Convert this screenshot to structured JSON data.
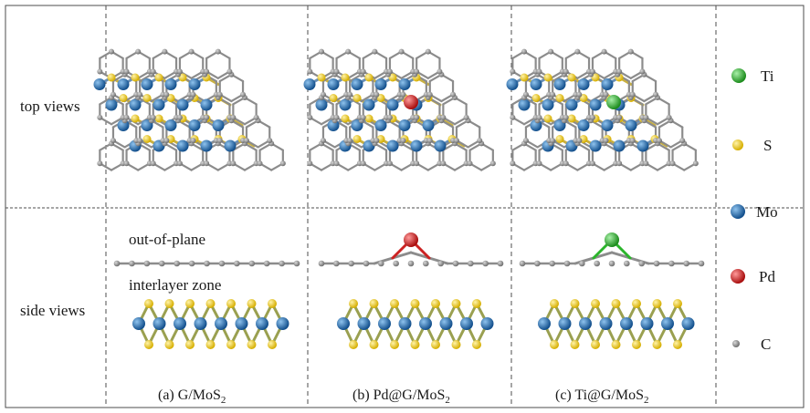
{
  "row_labels": {
    "top": "top views",
    "side": "side views"
  },
  "annotations": {
    "out_of_plane": "out-of-plane",
    "interlayer": "interlayer zone"
  },
  "captions": [
    {
      "text": "(a) G/MoS",
      "sub": "2"
    },
    {
      "text": "(b) Pd@G/MoS",
      "sub": "2"
    },
    {
      "text": "(c) Ti@G/MoS",
      "sub": "2"
    }
  ],
  "legend": [
    {
      "label": "Ti",
      "color": "#2bb52b"
    },
    {
      "label": "S",
      "color": "#e8c619"
    },
    {
      "label": "Mo",
      "color": "#1f6fb5"
    },
    {
      "label": "Pd",
      "color": "#d11f1f"
    },
    {
      "label": "C",
      "color": "#808080"
    }
  ],
  "colors": {
    "carbon": "#8a8a8a",
    "sulfur": "#e8c619",
    "molybdenum": "#1f6fb5",
    "palladium": "#d11f1f",
    "titanium": "#2bb52b",
    "bond": "#8c8c8c",
    "frame": "#4d4d4d"
  }
}
